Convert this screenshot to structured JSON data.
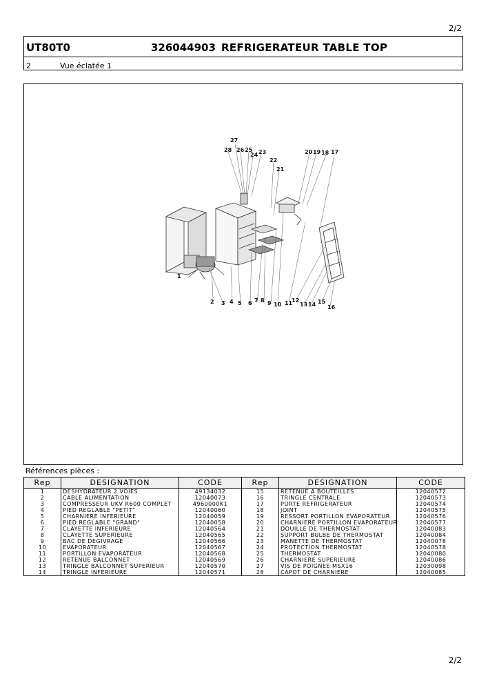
{
  "page_number": "2/2",
  "header": {
    "model": "UT80T0",
    "reference": "326044903",
    "title": "REFRIGERATEUR TABLE TOP",
    "view_number": "2",
    "view_name": "Vue éclatée 1"
  },
  "diagram_callouts": [
    "27",
    "28",
    "26",
    "25",
    "24",
    "23",
    "20",
    "19",
    "18",
    "17",
    "22",
    "21",
    "1",
    "2",
    "3",
    "4",
    "5",
    "6",
    "7",
    "8",
    "9",
    "10",
    "11",
    "12",
    "13",
    "14",
    "15",
    "16"
  ],
  "parts": {
    "title": "Références pièces  :",
    "headers": [
      "Rep",
      "DESIGNATION",
      "CODE",
      "Rep",
      "DESIGNATION",
      "CODE"
    ],
    "rows": [
      [
        "1",
        "DESHYDRATEUR 2 VOIES",
        "49134032",
        "15",
        "RETENUE A BOUTEILLES",
        "12040572"
      ],
      [
        "2",
        "CABLE ALIMENTATION",
        "12040073",
        "16",
        "TRINGLE CENTRALE",
        "12040573"
      ],
      [
        "3",
        "COMPRESSEUR UKV R600 COMPLET",
        "4960000K1",
        "17",
        "PORTE REFRIGERATEUR",
        "12040574"
      ],
      [
        "4",
        "PIED REGLABLE \"PETIT\"",
        "12040060",
        "18",
        "JOINT",
        "12040575"
      ],
      [
        "5",
        "CHARNIERE INFERIEURE",
        "12040059",
        "19",
        "RESSORT PORTILLON EVAPORATEUR",
        "12040576"
      ],
      [
        "6",
        "PIED REGLABLE \"GRAND\"",
        "12040058",
        "20",
        "CHARNIERE PORTILLON EVAPORATEUR",
        "12040577"
      ],
      [
        "7",
        "CLAYETTE INFERIEURE",
        "12040564",
        "21",
        "DOUILLE DE THERMOSTAT",
        "12040083"
      ],
      [
        "8",
        "CLAYETTE SUPERIEURE",
        "12040565",
        "22",
        "SUPPORT BULBE DE THERMOSTAT",
        "12040084"
      ],
      [
        "9",
        "BAC DE DEGIVRAGE",
        "12040566",
        "23",
        "MANETTE DE THERMOSTAT",
        "12040078"
      ],
      [
        "10",
        "EVAPORATEUR",
        "12040567",
        "24",
        "PROTECTION THERMOSTAT",
        "12040578"
      ],
      [
        "11",
        "PORTILLON EVAPORATEUR",
        "12040568",
        "25",
        "THERMOSTAT",
        "12040080"
      ],
      [
        "12",
        "RETENUE BALCONNET",
        "12040569",
        "26",
        "CHARNIERE SUPERIEURE",
        "12040086"
      ],
      [
        "13",
        "TRINGLE BALCONNET SUPERIEUR",
        "12040570",
        "27",
        "VIS DE POIGNEE MSX16",
        "12030098"
      ],
      [
        "14",
        "TRINGLE INFERIEURE",
        "12040571",
        "28",
        "CAPOT DE CHARNIERE",
        "12040085"
      ]
    ]
  }
}
